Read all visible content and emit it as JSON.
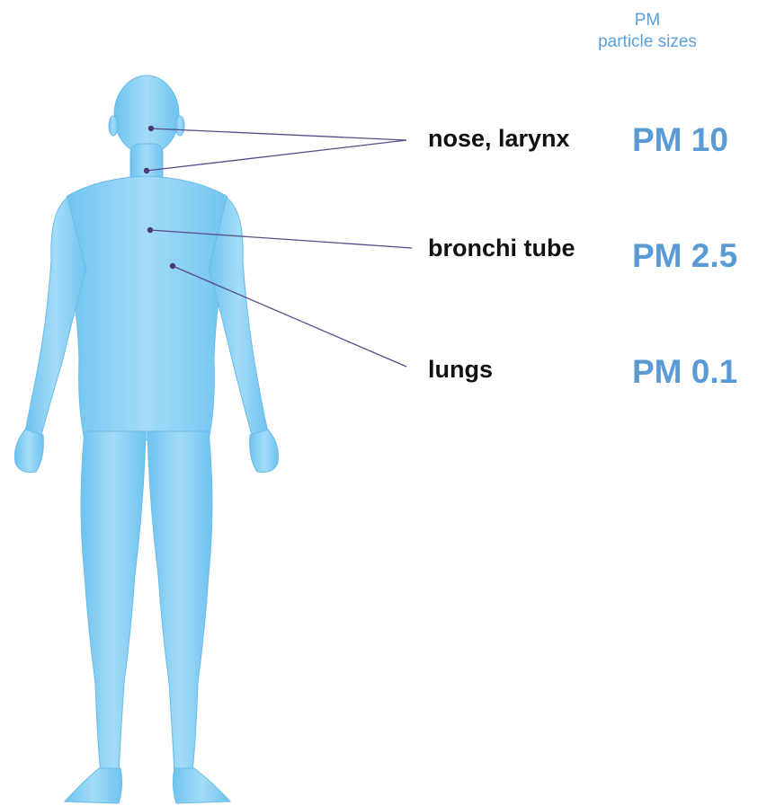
{
  "header": {
    "title": "PM",
    "subtitle": "particle sizes"
  },
  "rows": [
    {
      "organ": "nose, larynx",
      "pm": "PM 10"
    },
    {
      "organ": "bronchi tube",
      "pm": "PM 2.5"
    },
    {
      "organ": "lungs",
      "pm": "PM 0.1"
    }
  ],
  "colors": {
    "body_fill": "#8fd3f5",
    "body_shade": "#5fb8e8",
    "pm_text": "#5b9bd5",
    "header_text": "#5aa0da",
    "organ_text": "#111111",
    "leader_line": "#5a4a8c"
  }
}
